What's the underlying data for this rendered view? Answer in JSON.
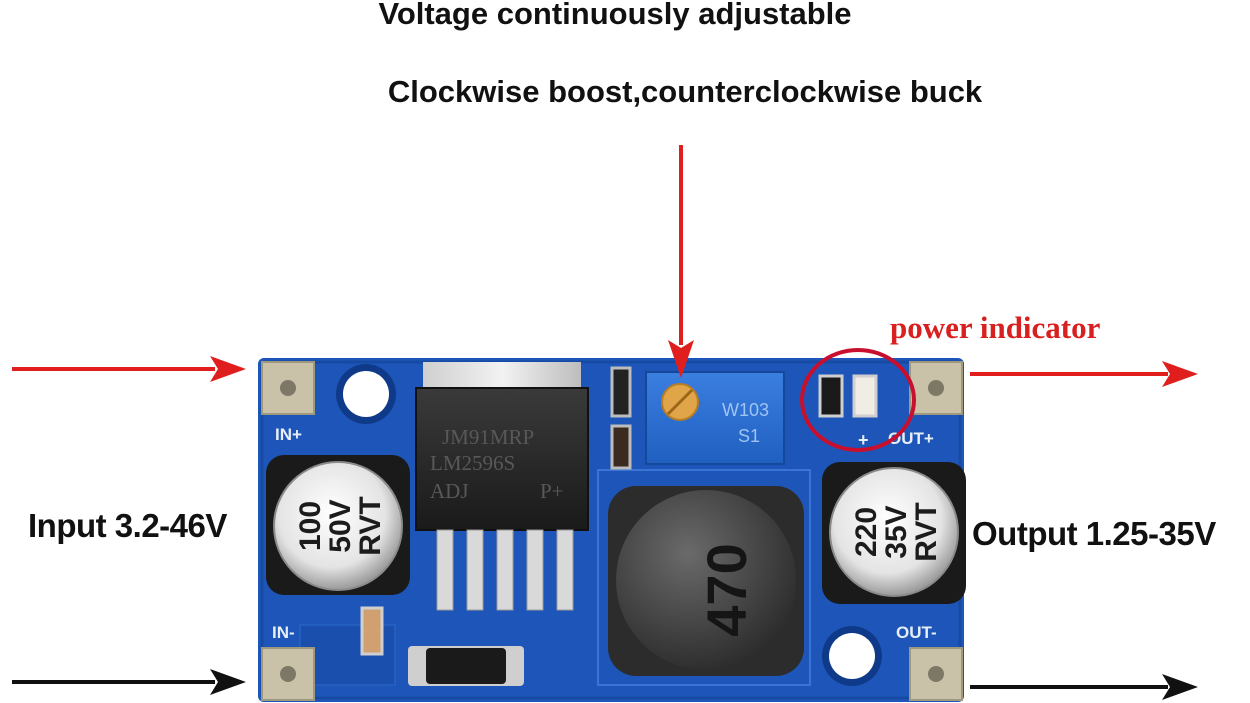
{
  "captions": {
    "line1": "Voltage continuously adjustable",
    "line2": "Clockwise boost,counterclockwise buck"
  },
  "labels": {
    "input": "Input 3.2-46V",
    "output": "Output 1.25-35V",
    "power_indicator": "power indicator"
  },
  "board": {
    "silkscreen": {
      "in_plus": "IN+",
      "in_minus": "IN-",
      "out_plus": "OUT+",
      "out_minus": "OUT-"
    },
    "chip": {
      "line1": "JM91MRP",
      "line2": "LM2596S",
      "line3": "ADJ",
      "line4": "P+"
    },
    "cap_input": {
      "line1": "100",
      "line2": "50V",
      "line3": "RVT"
    },
    "cap_output": {
      "line1": "220",
      "line2": "35V",
      "line3": "RVT"
    },
    "inductor": "470",
    "pot": {
      "line1": "W103",
      "line2": "S1"
    }
  },
  "colors": {
    "arrow_red": "#e01e1e",
    "arrow_black": "#111111",
    "pcb_blue": "#1d56b8",
    "indicator_circle": "#c8102e"
  }
}
